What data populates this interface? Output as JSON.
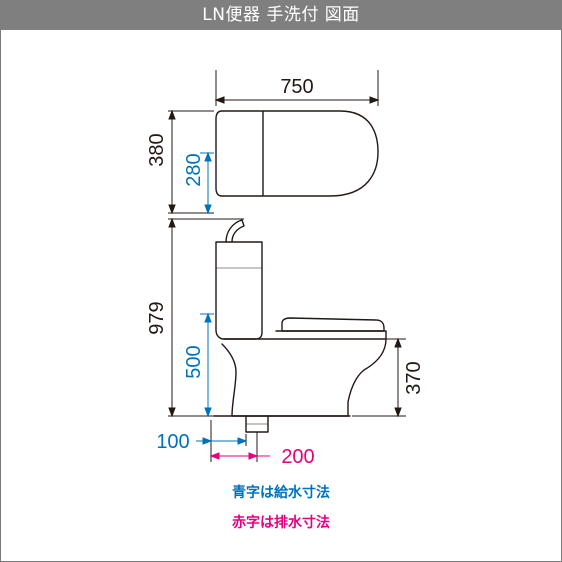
{
  "title": "LN便器 手洗付 図面",
  "colors": {
    "supply": "#0071bc",
    "drain": "#e4007f",
    "outline": "#231815",
    "title_bg": "#7f7f7f"
  },
  "dimensions": {
    "tank_width": "750",
    "tank_height": "380",
    "tank_supply": "280",
    "total_height": "979",
    "supply_height": "500",
    "seat_height": "370",
    "supply_offset": "100",
    "drain_offset": "200"
  },
  "legend": {
    "supply_note": "青字は給水寸法",
    "drain_note": "赤字は排水寸法"
  }
}
